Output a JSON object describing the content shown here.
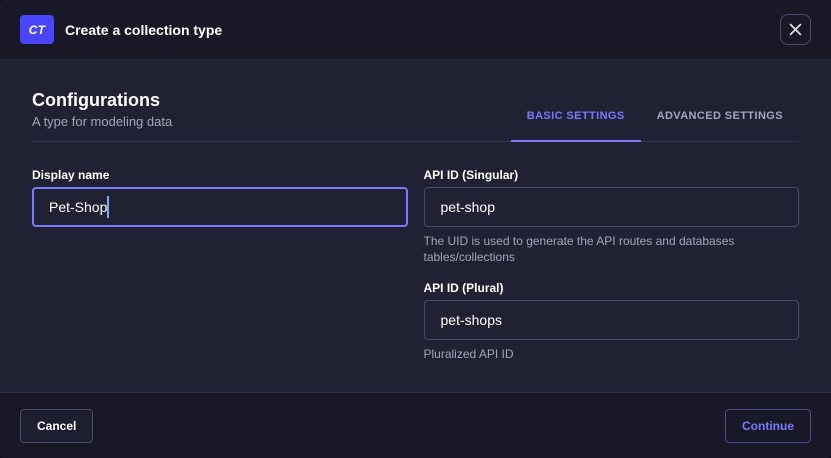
{
  "header": {
    "badge": "CT",
    "title": "Create a collection type"
  },
  "intro": {
    "title": "Configurations",
    "subtitle": "A type for modeling data"
  },
  "tabs": [
    {
      "label": "BASIC SETTINGS",
      "active": true
    },
    {
      "label": "ADVANCED SETTINGS",
      "active": false
    }
  ],
  "form": {
    "display_name": {
      "label": "Display name",
      "value": "Pet-Shop"
    },
    "api_id_singular": {
      "label": "API ID (Singular)",
      "value": "pet-shop",
      "hint": "The UID is used to generate the API routes and databases tables/collections"
    },
    "api_id_plural": {
      "label": "API ID (Plural)",
      "value": "pet-shops",
      "hint": "Pluralized API ID"
    }
  },
  "footer": {
    "cancel_label": "Cancel",
    "continue_label": "Continue"
  },
  "colors": {
    "accent": "#4945ff",
    "accent_light": "#7b79ff",
    "surface": "#212134",
    "surface_dark": "#181826",
    "text_muted": "#a5a5ba",
    "caret": "#7da9ff"
  }
}
